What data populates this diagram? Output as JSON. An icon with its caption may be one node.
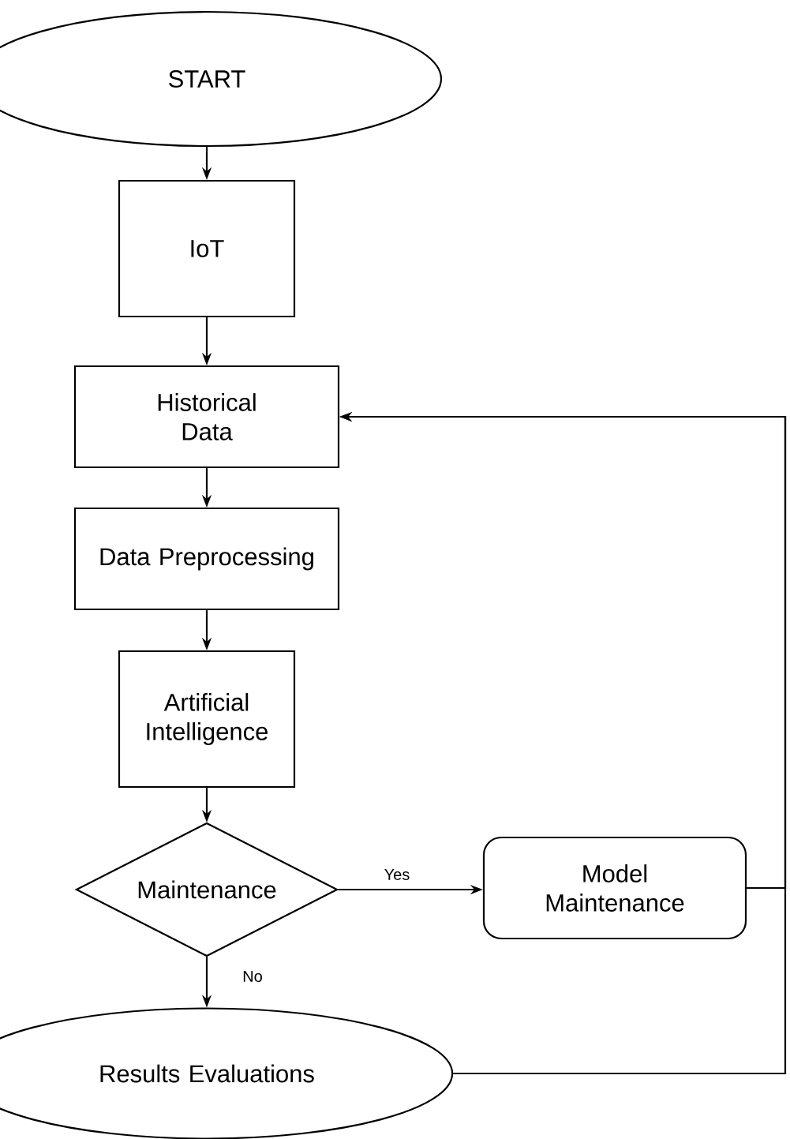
{
  "diagram": {
    "nodes": [
      {
        "text": [
          "START"
        ]
      },
      {
        "text": [
          "IoT"
        ]
      },
      {
        "text": [
          "Historical Data"
        ]
      },
      {
        "text": [
          "Data Preprocessing"
        ]
      },
      {
        "text": [
          "Artificial Intelligence"
        ]
      },
      {
        "text": [
          "Maintenance"
        ]
      },
      {
        "text": [
          "Model Maintenance"
        ]
      },
      {
        "text": [
          "Results Evaluations"
        ]
      }
    ],
    "edges": [
      {
        "from": 0,
        "to": 1,
        "arrow": "to"
      },
      {
        "from": 1,
        "to": 2,
        "arrow": "to"
      },
      {
        "from": 2,
        "to": 3,
        "arrow": "to"
      },
      {
        "from": 3,
        "to": 4,
        "arrow": "to"
      },
      {
        "from": 4,
        "to": 5,
        "arrow": "to"
      },
      {
        "from": 5,
        "to": 6,
        "arrow": "to",
        "label": "Yes"
      },
      {
        "from": 5,
        "to": 7,
        "arrow": "to",
        "label": "No"
      },
      {
        "from": 6,
        "to": 2,
        "arrow": "to"
      },
      {
        "from": 7,
        "to": 2,
        "arrow": "to"
      }
    ]
  }
}
